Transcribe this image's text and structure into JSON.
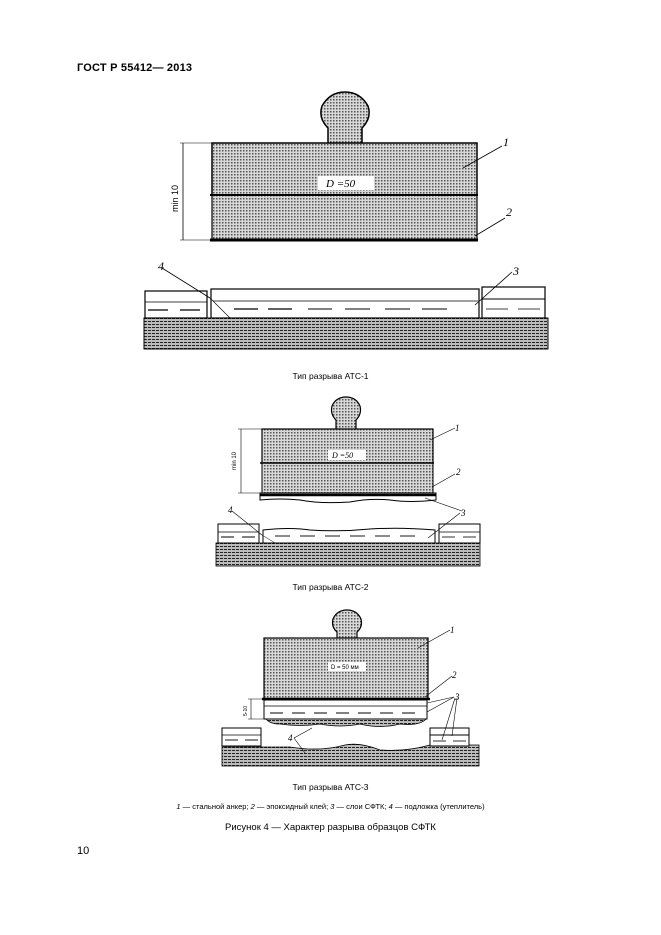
{
  "header": {
    "standard": "ГОСТ Р 55412— 2013"
  },
  "figures": [
    {
      "caption": "Тип разрыва АТС-1",
      "dimension_label": "min 10",
      "diameter_label": "D =50",
      "callouts": [
        "1",
        "2",
        "3",
        "4"
      ]
    },
    {
      "caption": "Тип разрыва АТС-2",
      "dimension_label": "min 10",
      "diameter_label": "D =50",
      "callouts": [
        "1",
        "2",
        "3",
        "4"
      ]
    },
    {
      "caption": "Тип разрыва АТС-3",
      "dimension_label": "5-10",
      "diameter_label": "D = 50 мм",
      "callouts": [
        "1",
        "2",
        "3",
        "4"
      ]
    }
  ],
  "legend": {
    "items": [
      {
        "num": "1",
        "text": " — стальной анкер; "
      },
      {
        "num": "2",
        "text": " — эпоксидный клей; "
      },
      {
        "num": "3",
        "text": " — слои СФТК; "
      },
      {
        "num": "4",
        "text": " — подложка (утеплитель)"
      }
    ]
  },
  "figure_title": "Рисунок 4 — Характер разрыва образцов СФТК",
  "page_number": "10"
}
